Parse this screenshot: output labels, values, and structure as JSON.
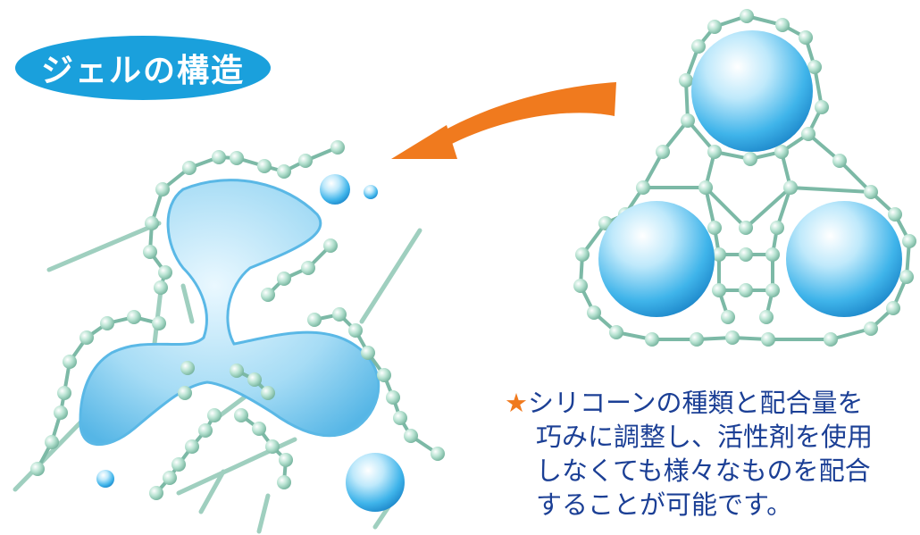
{
  "title": "ジェルの構造",
  "description": {
    "star": "★",
    "lines": [
      "シリコーンの種類と配合量を",
      "巧みに調整し、活性剤を使用",
      "しなくても様々なものを配合",
      "することが可能です。"
    ]
  },
  "colors": {
    "badge": "#1aa0dc",
    "text": "#1b3f95",
    "arrow": "#f07a1e",
    "bead": "#a9d8c4",
    "bond": "#7cb9a6",
    "sphere": "#39b0e8",
    "gel": "#9fdaf5"
  }
}
